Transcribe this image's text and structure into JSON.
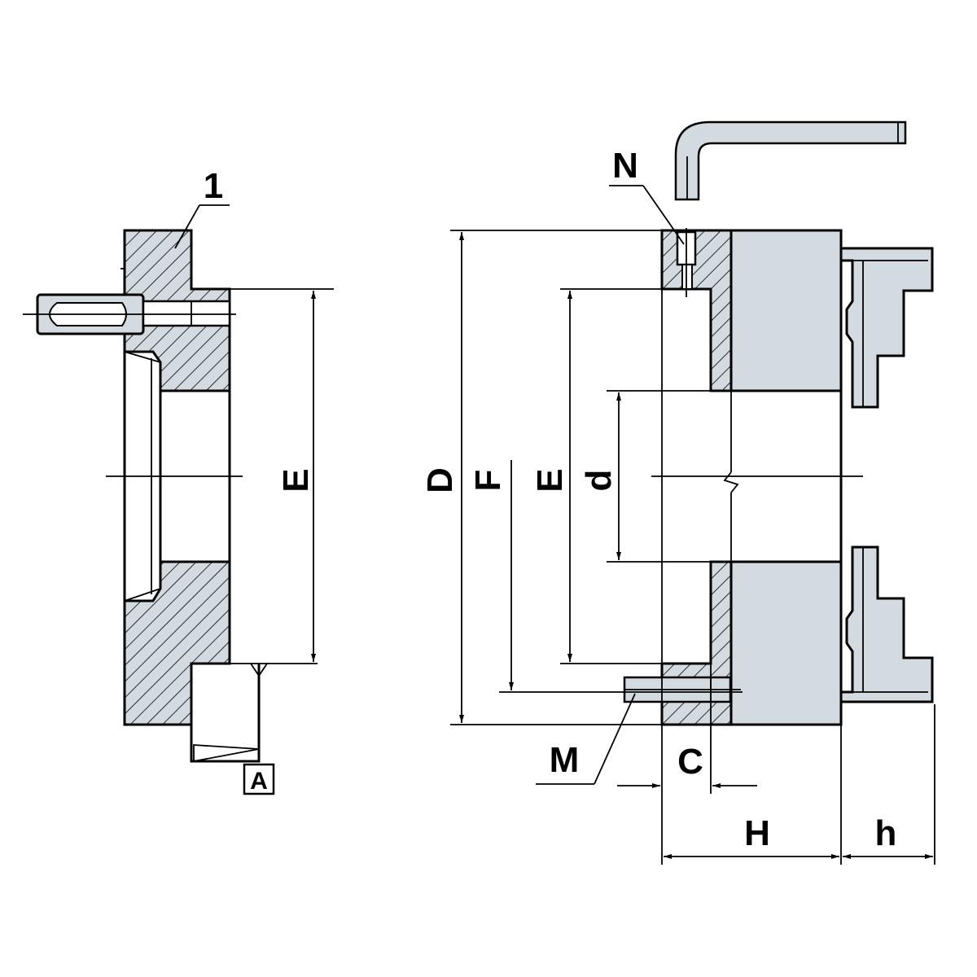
{
  "diagram": {
    "colors": {
      "line": "#000000",
      "section_fill": "#d3dbe1",
      "background": "#ffffff"
    },
    "labels": {
      "part_number": "1",
      "E_left": "E",
      "datum": "A",
      "N": "N",
      "D": "D",
      "F": "F",
      "E_right": "E",
      "d": "d",
      "M": "M",
      "C": "C",
      "H": "H",
      "h": "h"
    }
  }
}
